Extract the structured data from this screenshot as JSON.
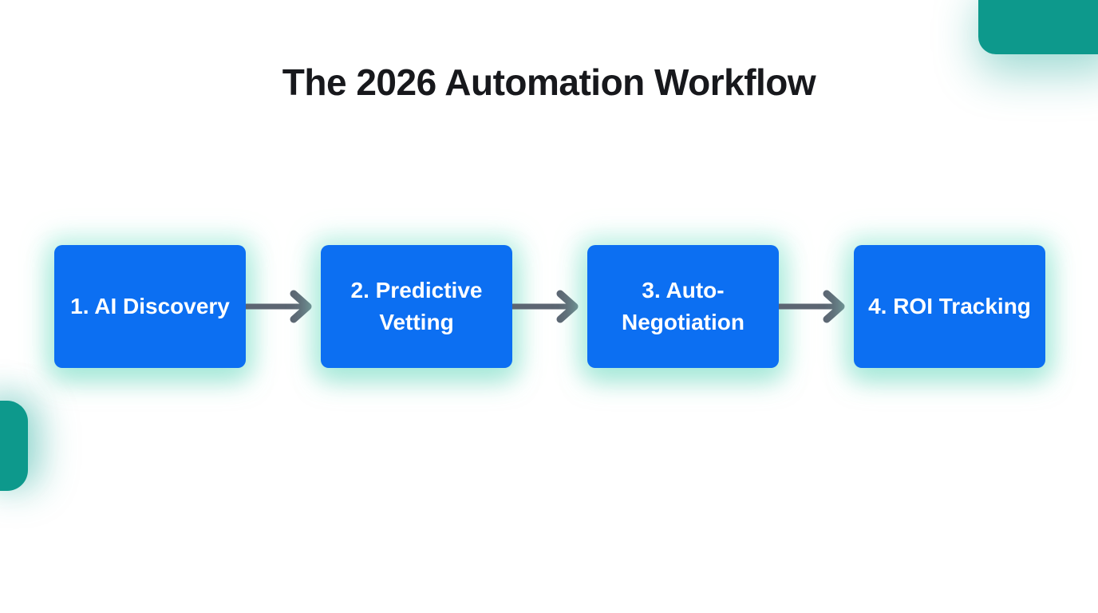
{
  "title": "The 2026 Automation Workflow",
  "diagram": {
    "type": "horizontal-flowchart",
    "steps": [
      {
        "label": "1. AI Discovery"
      },
      {
        "label": "2. Predictive Vetting"
      },
      {
        "label": "3. Auto-Negotiation"
      },
      {
        "label": "4. ROI Tracking"
      }
    ],
    "connector": "right-arrow"
  },
  "colors": {
    "background": "#ffffff",
    "title_text": "#17181c",
    "step_fill": "#0c6ff2",
    "step_text": "#ffffff",
    "step_glow": "#98ead6",
    "arrow": "#5c6572",
    "accent_teal": "#0d998c"
  }
}
